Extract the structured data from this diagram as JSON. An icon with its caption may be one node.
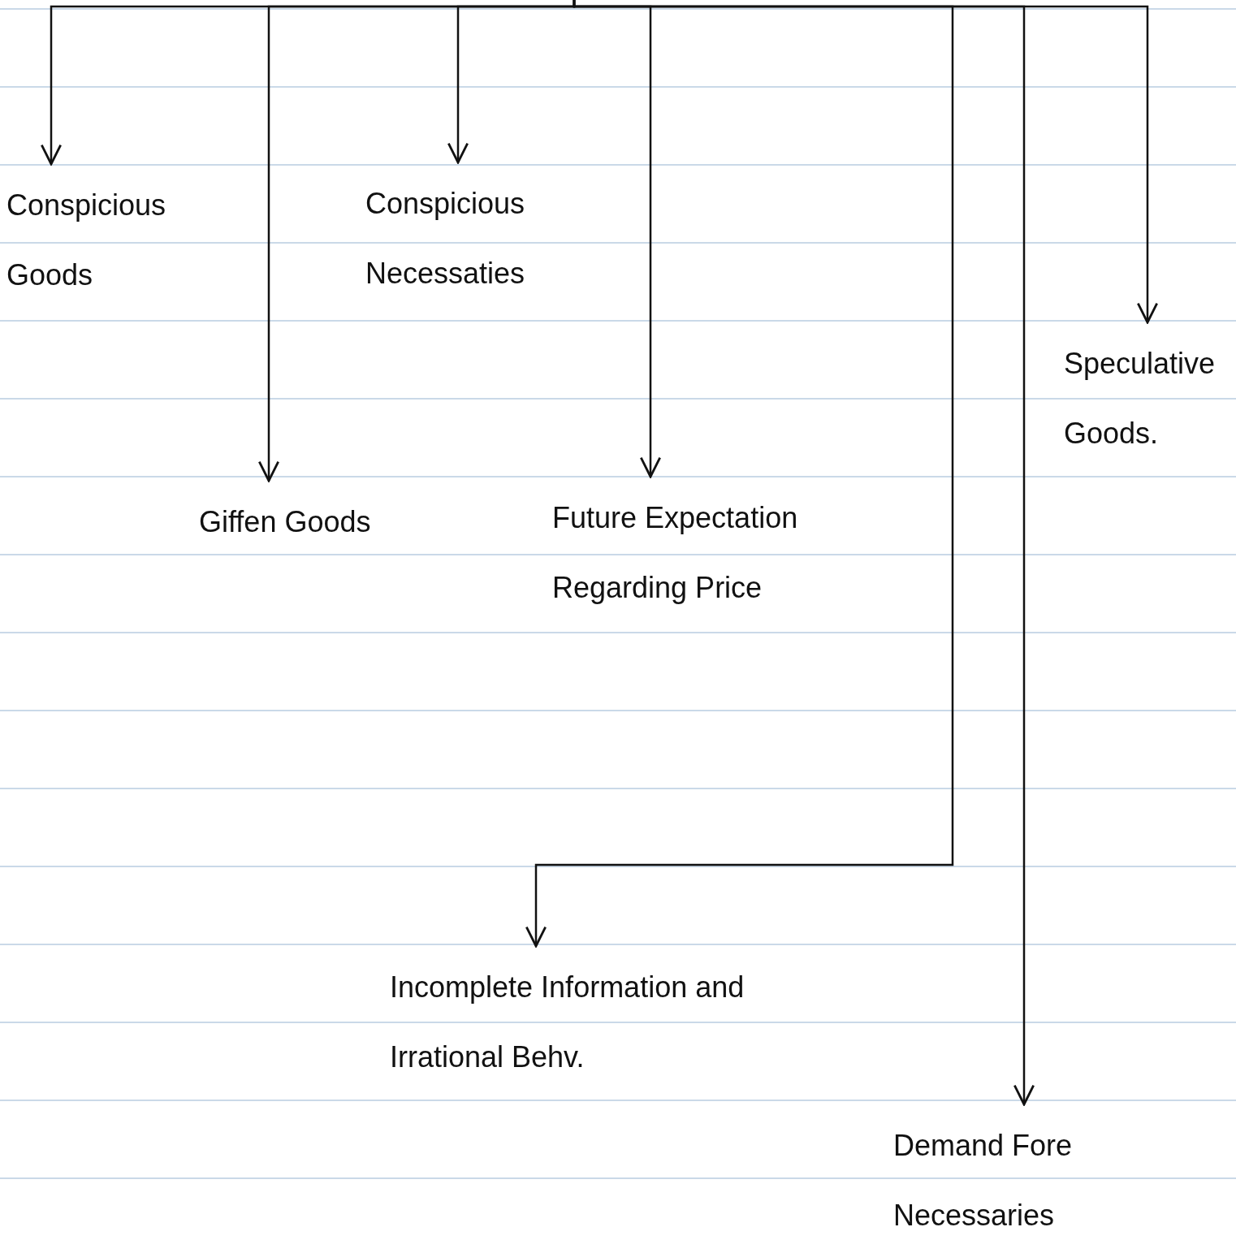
{
  "diagram": {
    "nodes": [
      {
        "text": [
          "Conspicious Goods"
        ]
      },
      {
        "text": [
          "Giffen Goods"
        ]
      },
      {
        "text": [
          "Conspicious Necessaties"
        ]
      },
      {
        "text": [
          "Future Expectation Regarding Price"
        ]
      },
      {
        "text": [
          "Speculative Goods."
        ]
      },
      {
        "text": [
          "Incomplete Information and Irrational Behv."
        ]
      },
      {
        "text": [
          "Demand Fore Necessaries"
        ]
      }
    ],
    "edges": [
      {
        "from": null,
        "to": 0,
        "arrow": "to"
      },
      {
        "from": null,
        "to": 1,
        "arrow": "to"
      },
      {
        "from": null,
        "to": 2,
        "arrow": "to"
      },
      {
        "from": null,
        "to": 3,
        "arrow": "to"
      },
      {
        "from": null,
        "to": 4,
        "arrow": "to"
      },
      {
        "from": null,
        "to": 5,
        "arrow": "to"
      },
      {
        "from": null,
        "to": 6,
        "arrow": "to"
      }
    ]
  }
}
